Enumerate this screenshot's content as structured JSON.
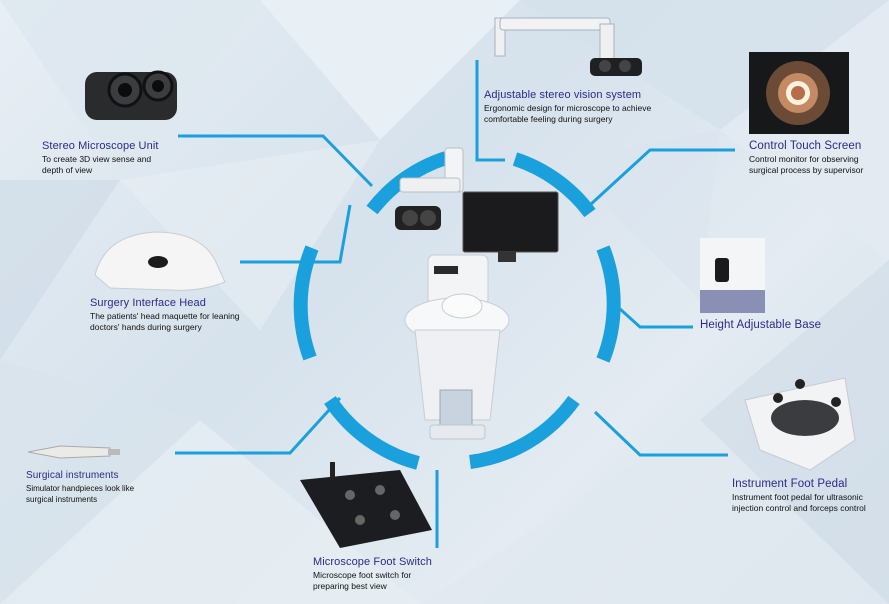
{
  "components": [
    {
      "id": "stereo-microscope",
      "title": "Stereo Microscope Unit",
      "desc": [
        "To create 3D view sense and",
        "depth of view"
      ]
    },
    {
      "id": "stereo-vision",
      "title": "Adjustable stereo vision system",
      "desc": [
        "Ergonomic design for microscope to achieve",
        "comfortable feeling during surgery"
      ]
    },
    {
      "id": "control-touch",
      "title": "Control Touch Screen",
      "desc": [
        "Control monitor for observing",
        "surgical process by supervisor"
      ]
    },
    {
      "id": "surgery-head",
      "title": "Surgery Interface Head",
      "desc": [
        "The patients' head maquette for leaning",
        "doctors' hands during surgery"
      ]
    },
    {
      "id": "height-base",
      "title": "Height Adjustable Base",
      "desc": []
    },
    {
      "id": "surgical-instruments",
      "title": "Surgical instruments",
      "desc": [
        "Simulator handpieces look like",
        "surgical instruments"
      ]
    },
    {
      "id": "foot-pedal",
      "title": "Instrument Foot Pedal",
      "desc": [
        "Instrument foot pedal for ultrasonic",
        "injection control and forceps control"
      ]
    },
    {
      "id": "foot-switch",
      "title": "Microscope Foot Switch",
      "desc": [
        "Microscope foot switch for",
        "preparing best view"
      ]
    }
  ],
  "colors": {
    "ring": "#1aa0dc",
    "connector": "#1aa0dc",
    "title": "#2a2a8a",
    "device": "#f3f4f6"
  }
}
